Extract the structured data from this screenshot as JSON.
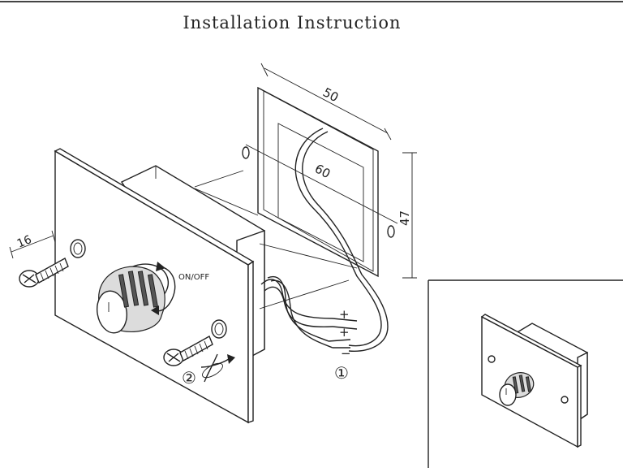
{
  "title": "Installation Instruction",
  "dimensions": {
    "width_50": "50",
    "diagonal_60": "60",
    "height_47": "47",
    "screw_16": "16"
  },
  "labels": {
    "on_off": "ON/OFF",
    "plus_top": "+",
    "plus_bottom": "+",
    "minus": "−",
    "step_1": "①",
    "step_2": "②"
  },
  "colors": {
    "line": "#222222",
    "background": "#ffffff"
  }
}
